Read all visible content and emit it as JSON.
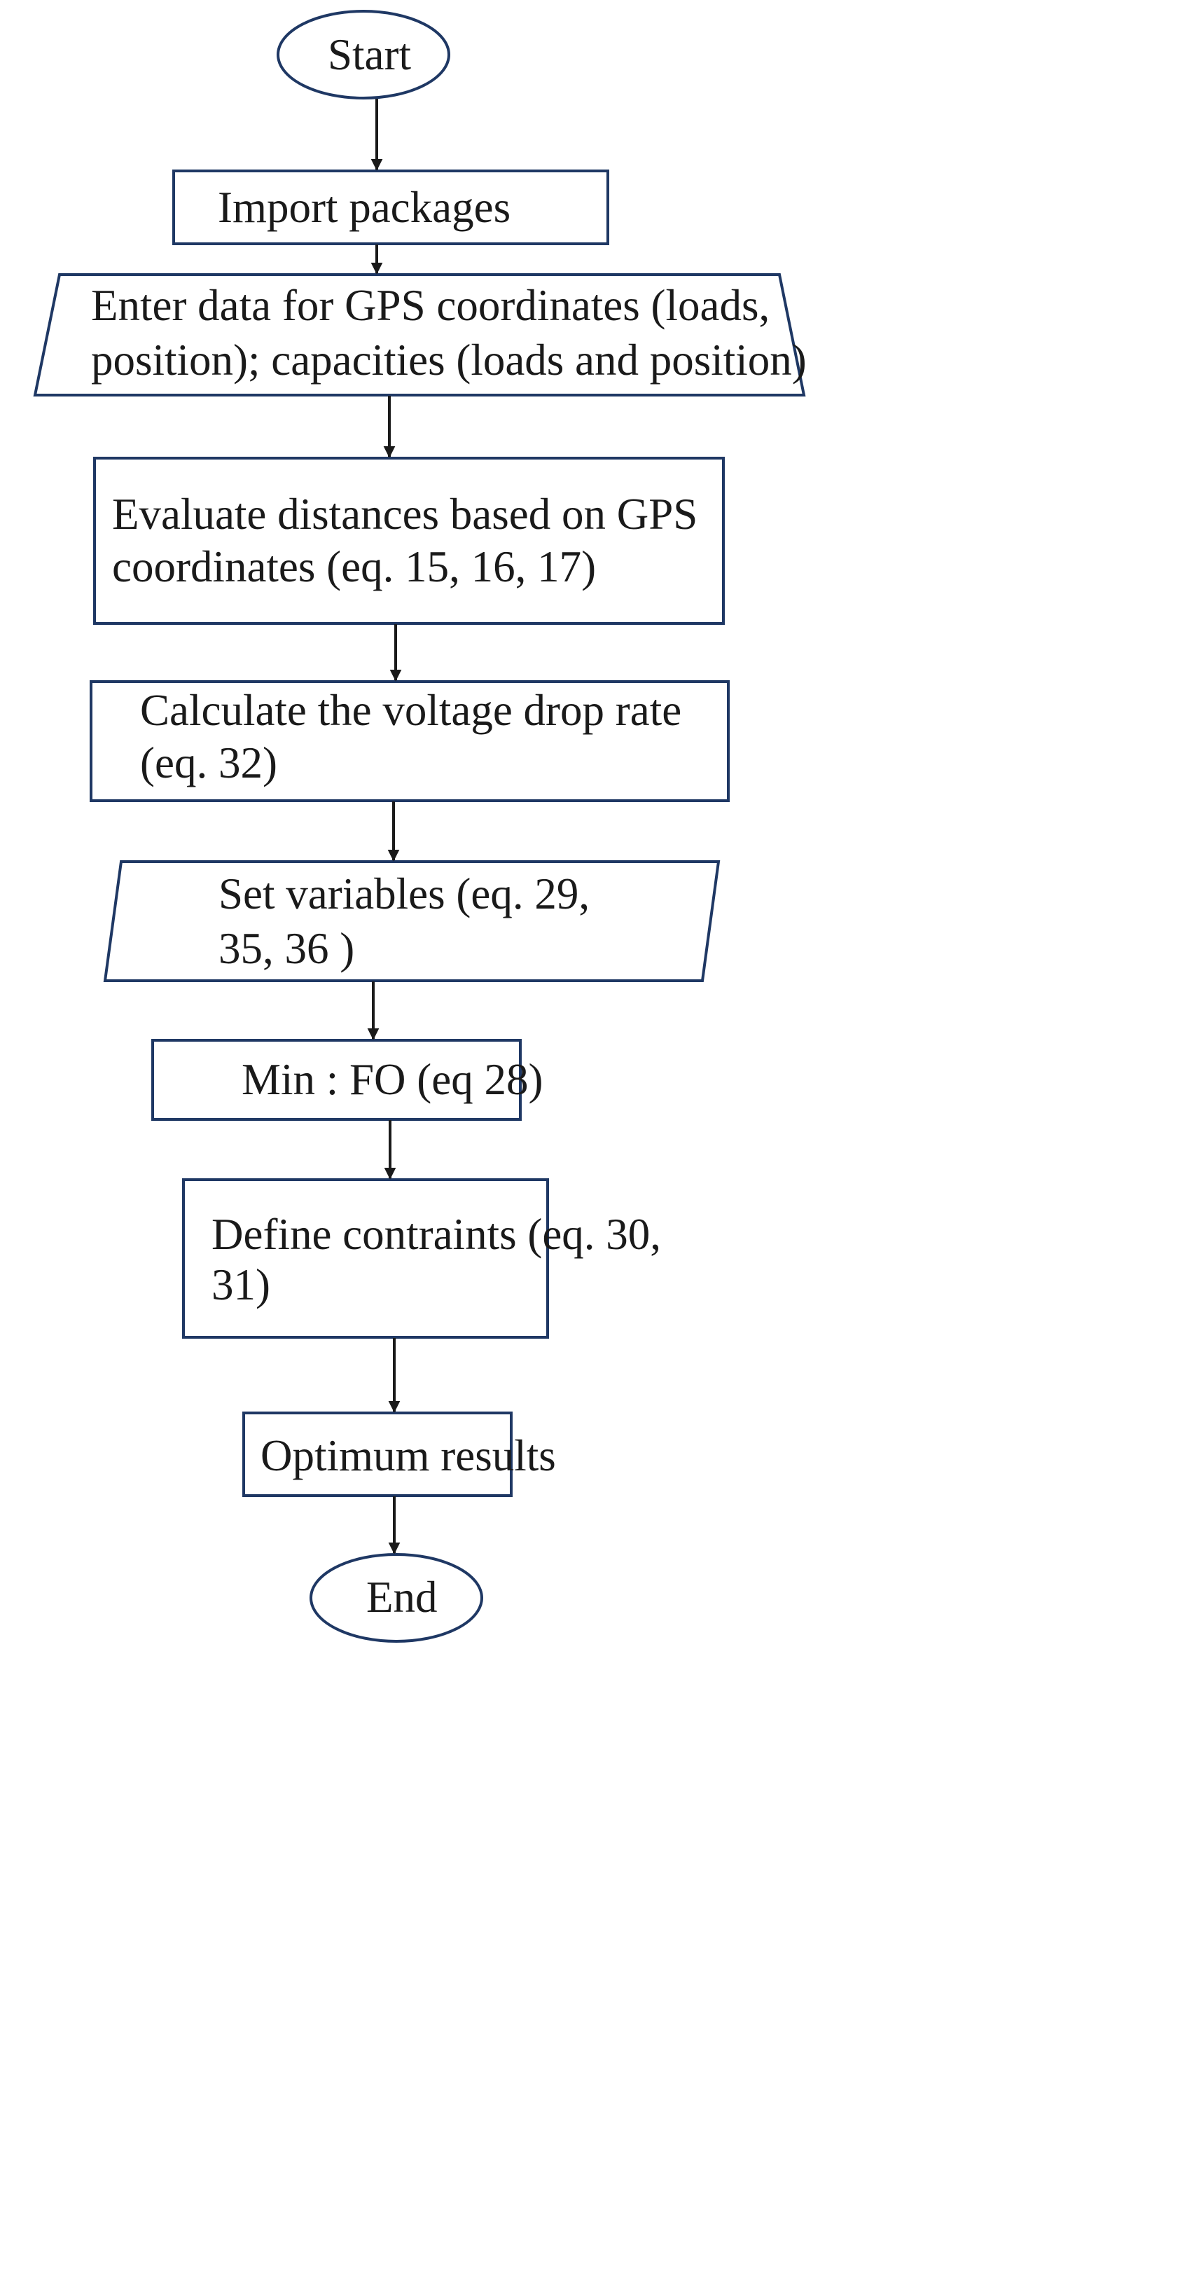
{
  "flowchart": {
    "start": "Start",
    "import_packages": "Import packages",
    "enter_data": [
      "Enter data for GPS coordinates (loads,",
      "position); capacities (loads and position)"
    ],
    "evaluate_distances": [
      "Evaluate distances based on GPS",
      "coordinates (eq. 15, 16, 17)"
    ],
    "voltage_drop": [
      "Calculate the voltage drop rate",
      "(eq. 32)"
    ],
    "set_variables": [
      "Set variables (eq. 29,",
      "35, 36 )"
    ],
    "objective": "Min : FO (eq 28)",
    "constraints": [
      "Define contraints (eq. 30,",
      "31)"
    ],
    "optimum_results": "Optimum results",
    "end": "End"
  },
  "colors": {
    "stroke": "#1f3864",
    "arrow": "#1a1a1a",
    "text": "#1a1a1a"
  }
}
